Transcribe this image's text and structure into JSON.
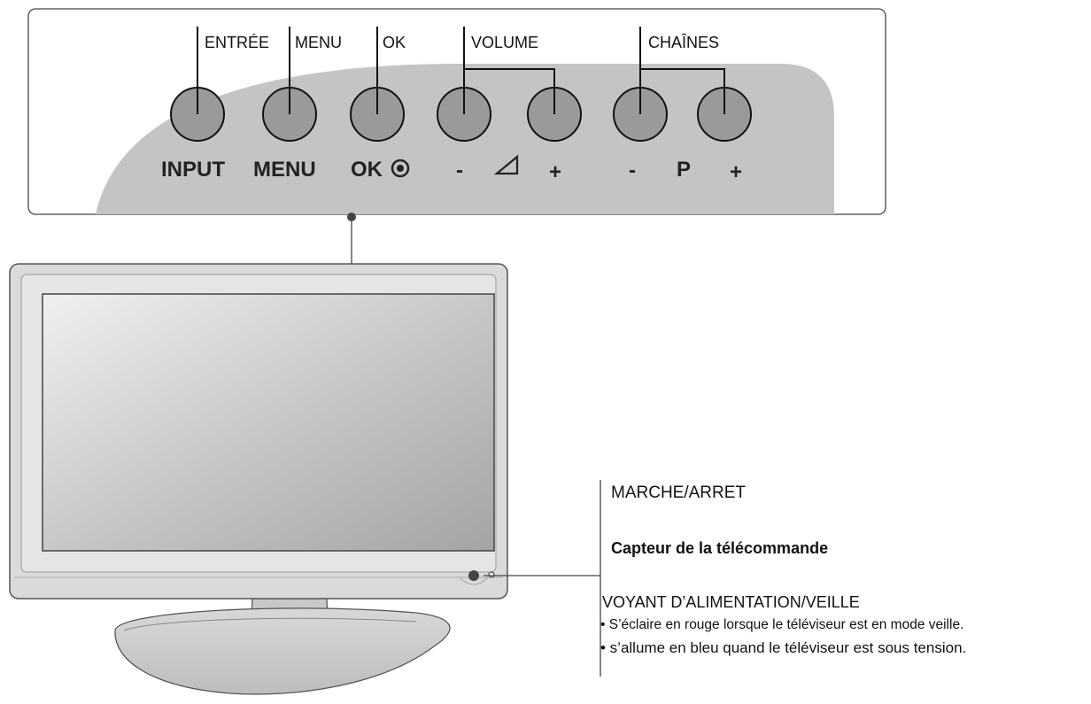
{
  "panel": {
    "callouts": {
      "input": "ENTRÉE",
      "menu": "MENU",
      "ok": "OK",
      "volume": "VOLUME",
      "channels": "CHAÎNES"
    },
    "buttons": {
      "input": "INPUT",
      "menu": "MENU",
      "ok": "OK",
      "vol_minus": "-",
      "vol_plus": "+",
      "ch_minus": "-",
      "ch_p": "P",
      "ch_plus": "+"
    }
  },
  "labels": {
    "power": "MARCHE/ARRET",
    "remote_sensor": "Capteur de la télécommande",
    "power_indicator": "VOYANT D’ALIMENTATION/VEILLE",
    "bullets": [
      "• S’éclaire en rouge lorsque le téléviseur est en mode veille.",
      "• s’allume en bleu quand le téléviseur est sous tension."
    ]
  },
  "colors": {
    "panel_fill": "#c4c4c4",
    "button_fill": "#9a9a9a",
    "frame_fill": "#dadada",
    "screen_start": "#f0f0f0",
    "screen_end": "#a8a8a8"
  }
}
